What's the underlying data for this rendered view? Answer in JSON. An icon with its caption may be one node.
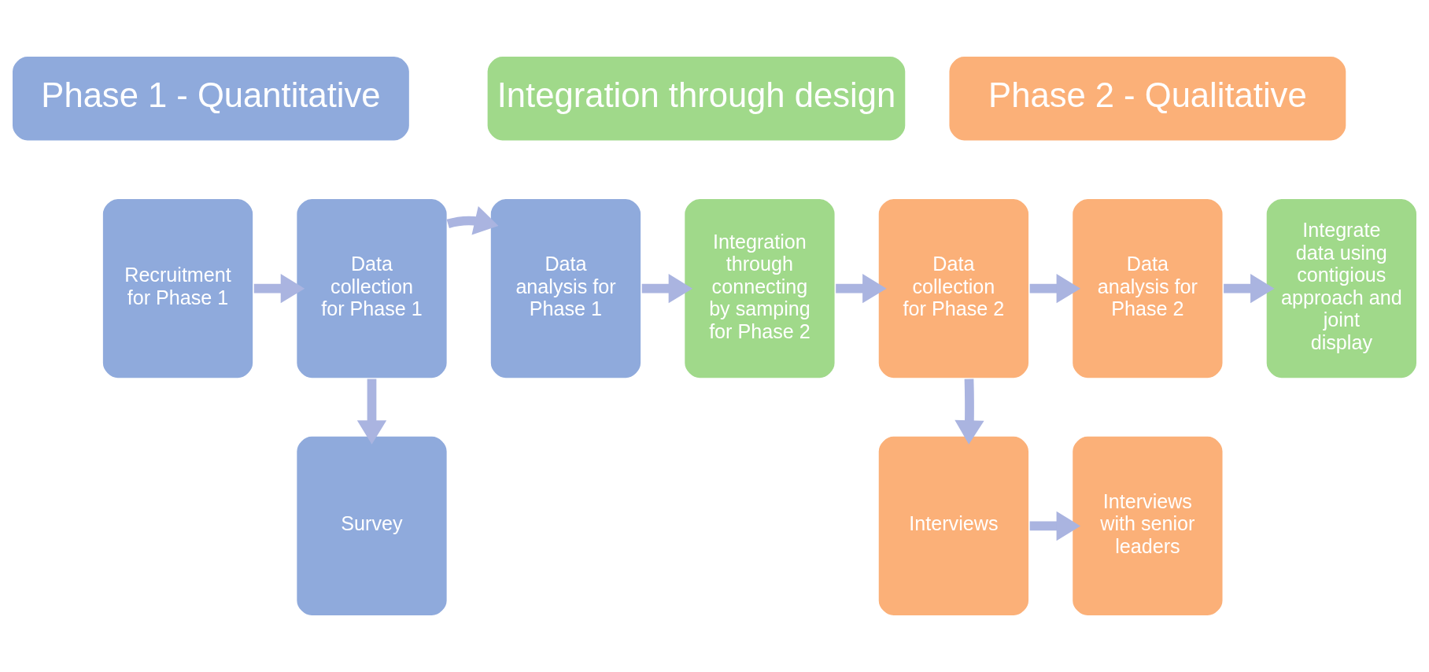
{
  "diagram": {
    "nodes": [
      {
        "text": [
          "Phase 1 - Quantitative"
        ]
      },
      {
        "text": [
          "Integration through design"
        ]
      },
      {
        "text": [
          "Phase 2 - Qualitative"
        ]
      },
      {
        "text": [
          "Recruitment for Phase 1"
        ]
      },
      {
        "text": [
          "Data collection for Phase 1"
        ]
      },
      {
        "text": [
          "Data analysis for Phase 1"
        ]
      },
      {
        "text": [
          "Integration through connecting by samping for Phase 2"
        ]
      },
      {
        "text": [
          "Data collection for Phase 2"
        ]
      },
      {
        "text": [
          "Data analysis for Phase 2"
        ]
      },
      {
        "text": [
          "Integrate data using contigious approach and joint display"
        ]
      },
      {
        "text": [
          "Survey"
        ]
      },
      {
        "text": [
          "Interviews"
        ]
      },
      {
        "text": [
          "Interviews with senior leaders"
        ]
      }
    ],
    "edges": [
      {
        "from": 3,
        "to": 4,
        "arrow": "to"
      },
      {
        "from": 4,
        "to": 5,
        "arrow": "to"
      },
      {
        "from": 5,
        "to": 6,
        "arrow": "to"
      },
      {
        "from": 6,
        "to": 7,
        "arrow": "to"
      },
      {
        "from": 7,
        "to": 8,
        "arrow": "to"
      },
      {
        "from": 8,
        "to": 9,
        "arrow": "to"
      },
      {
        "from": 4,
        "to": 10,
        "arrow": "to"
      },
      {
        "from": 7,
        "to": 11,
        "arrow": "to"
      },
      {
        "from": 11,
        "to": 12,
        "arrow": "to"
      }
    ]
  }
}
